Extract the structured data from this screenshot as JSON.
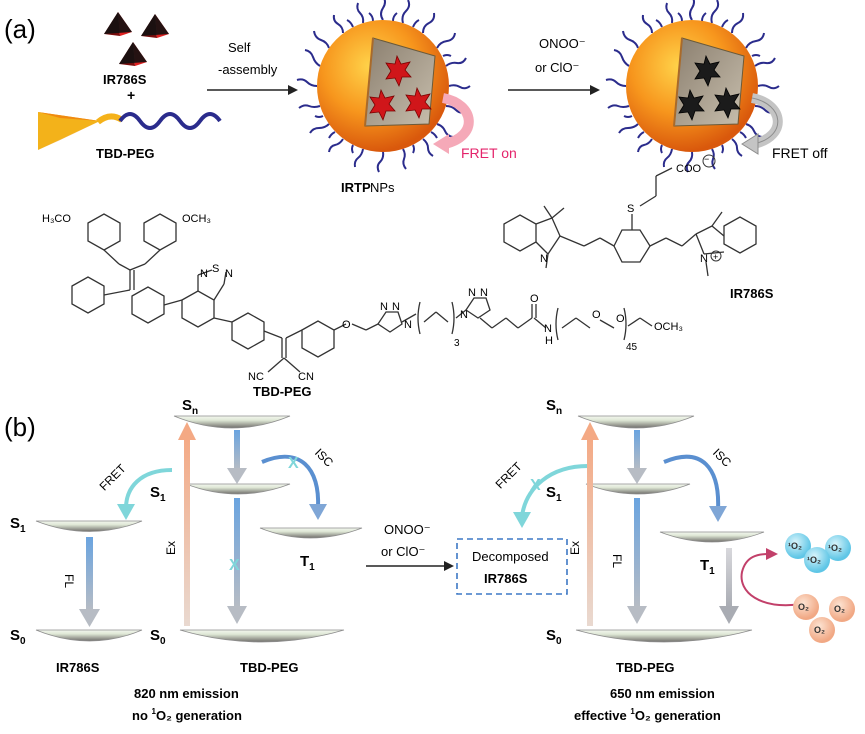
{
  "panel_a": {
    "label": "(a)",
    "ir786s_label": "IR786S",
    "plus": "+",
    "tbdpeg_label": "TBD-PEG",
    "arrow1_line1": "Self",
    "arrow1_line2": "-assembly",
    "nanoparticle_label_bold": "IRTP",
    "nanoparticle_label_rest": " NPs",
    "fret_on": "FRET on",
    "arrow2_line1": "ONOO⁻",
    "arrow2_line2": "or ClO⁻",
    "fret_off": "FRET off"
  },
  "structures": {
    "tbd_atoms": [
      "H₃CO",
      "OCH₃",
      "N",
      "S",
      "N",
      "NC",
      "CN",
      "O",
      "N",
      "N",
      "N",
      "N",
      "N",
      "N",
      "3",
      "O",
      "N",
      "H",
      "O",
      "O",
      "45",
      "OCH₃"
    ],
    "tbd_name": "TBD-PEG",
    "ir_atoms": [
      "COO",
      "−",
      "S",
      "N",
      "N",
      "+"
    ],
    "ir_name": "IR786S"
  },
  "panel_b": {
    "label": "(b)",
    "ir_s1": "S",
    "ir_s1_sub": "1",
    "ir_s0": "S",
    "ir_s0_sub": "0",
    "fl": "FL",
    "fret": "FRET",
    "sn": "S",
    "sn_sub": "n",
    "s1": "S",
    "s1_sub": "1",
    "s0": "S",
    "s0_sub": "0",
    "t1": "T",
    "t1_sub": "1",
    "isc": "ISC",
    "ex": "Ex",
    "ir786s_name": "IR786S",
    "tbdpeg_name": "TBD-PEG",
    "left_caption_1": "820 nm emission",
    "left_caption_2_pre": "no ",
    "left_caption_2_sup": "1",
    "left_caption_2_post": "O₂ generation",
    "middle_arrow_1": "ONOO⁻",
    "middle_arrow_2": "or ClO⁻",
    "decomposed_1": "Decomposed",
    "decomposed_2": "IR786S",
    "right_tbdpeg_name": "TBD-PEG",
    "right_caption_1": "650 nm emission",
    "right_caption_2_pre": "effective ",
    "right_caption_2_sup": "1",
    "right_caption_2_post": "O₂ generation",
    "singlet_oxygen": "¹O₂",
    "oxygen": "O₂"
  },
  "colors": {
    "sphere": "#f28a1a",
    "peg": "#2b2c8c",
    "red_star": "#d0161a",
    "pink_arrow": "#f5a9b8",
    "fret_on_text": "#e4246b",
    "teal": "#7fd6da",
    "blue_arrow": "#6aa4e0",
    "peach_arrow": "#f4b294",
    "decomp_box": "#3d78c5",
    "cyan_bubble": "#8fd7ee",
    "peach_bubble": "#f6c4a6",
    "magenta": "#c2406a"
  }
}
